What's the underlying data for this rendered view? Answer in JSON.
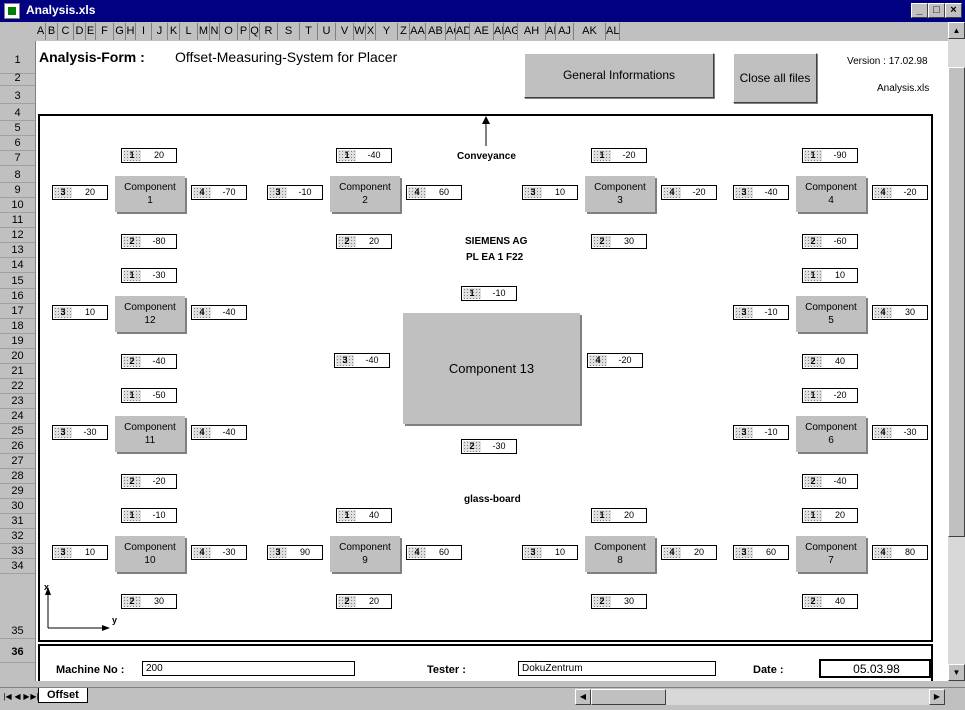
{
  "window": {
    "title": "Analysis.xls",
    "min": "_",
    "max": "□",
    "close": "×"
  },
  "columns": [
    "A",
    "B",
    "C",
    "D",
    "E",
    "F",
    "G",
    "H",
    "I",
    "J",
    "K",
    "L",
    "M",
    "N",
    "O",
    "P",
    "Q",
    "R",
    "S",
    "T",
    "U",
    "V",
    "W",
    "X",
    "Y",
    "Z",
    "AA",
    "AB",
    "AC",
    "AD",
    "AE",
    "AI",
    "AG",
    "AH",
    "AI",
    "AJ",
    "AK",
    "AL"
  ],
  "rows": [
    "1",
    "2",
    "3",
    "4",
    "5",
    "6",
    "7",
    "8",
    "9",
    "10",
    "11",
    "12",
    "13",
    "14",
    "15",
    "16",
    "17",
    "18",
    "19",
    "20",
    "21",
    "22",
    "23",
    "24",
    "25",
    "26",
    "27",
    "28",
    "29",
    "30",
    "31",
    "32",
    "33",
    "34",
    "35",
    "36"
  ],
  "header": {
    "form_title": "Analysis-Form :",
    "form_subtitle": "Offset-Measuring-System for Placer",
    "general_btn": "General Informations",
    "close_btn": "Close  all files",
    "version": "Version : 17.02.98",
    "filename": "Analysis.xls"
  },
  "labels": {
    "conveyance": "Conveyance",
    "company": "SIEMENS AG",
    "dept": "PL EA 1 F22",
    "glass": "glass-board",
    "axis_x": "x",
    "axis_y": "y"
  },
  "components": [
    {
      "name": "Component\n1",
      "m": [
        "20",
        "-80",
        "20",
        "-70"
      ]
    },
    {
      "name": "Component\n2",
      "m": [
        "-40",
        "20",
        "-10",
        "60"
      ]
    },
    {
      "name": "Component\n3",
      "m": [
        "-20",
        "30",
        "10",
        "-20"
      ]
    },
    {
      "name": "Component\n4",
      "m": [
        "-90",
        "-60",
        "-40",
        "-20"
      ]
    },
    {
      "name": "Component\n5",
      "m": [
        "10",
        "40",
        "-10",
        "30"
      ]
    },
    {
      "name": "Component\n6",
      "m": [
        "-20",
        "-40",
        "-10",
        "-30"
      ]
    },
    {
      "name": "Component\n7",
      "m": [
        "20",
        "40",
        "60",
        "80"
      ]
    },
    {
      "name": "Component\n8",
      "m": [
        "20",
        "30",
        "10",
        "20"
      ]
    },
    {
      "name": "Component\n9",
      "m": [
        "40",
        "20",
        "90",
        "60"
      ]
    },
    {
      "name": "Component\n10",
      "m": [
        "-10",
        "30",
        "10",
        "-30"
      ]
    },
    {
      "name": "Component\n11",
      "m": [
        "-50",
        "-20",
        "-30",
        "-40"
      ]
    },
    {
      "name": "Component\n12",
      "m": [
        "-30",
        "-40",
        "10",
        "-40"
      ]
    },
    {
      "name": "Component 13",
      "m": [
        "-10",
        "-30",
        "-40",
        "-20"
      ]
    }
  ],
  "footer": {
    "machine_label": "Machine No :",
    "machine_value": "200",
    "tester_label": "Tester :",
    "tester_value": "DokuZentrum",
    "date_label": "Date :",
    "date_value": "05.03.98"
  },
  "sheet_tab": "Offset"
}
